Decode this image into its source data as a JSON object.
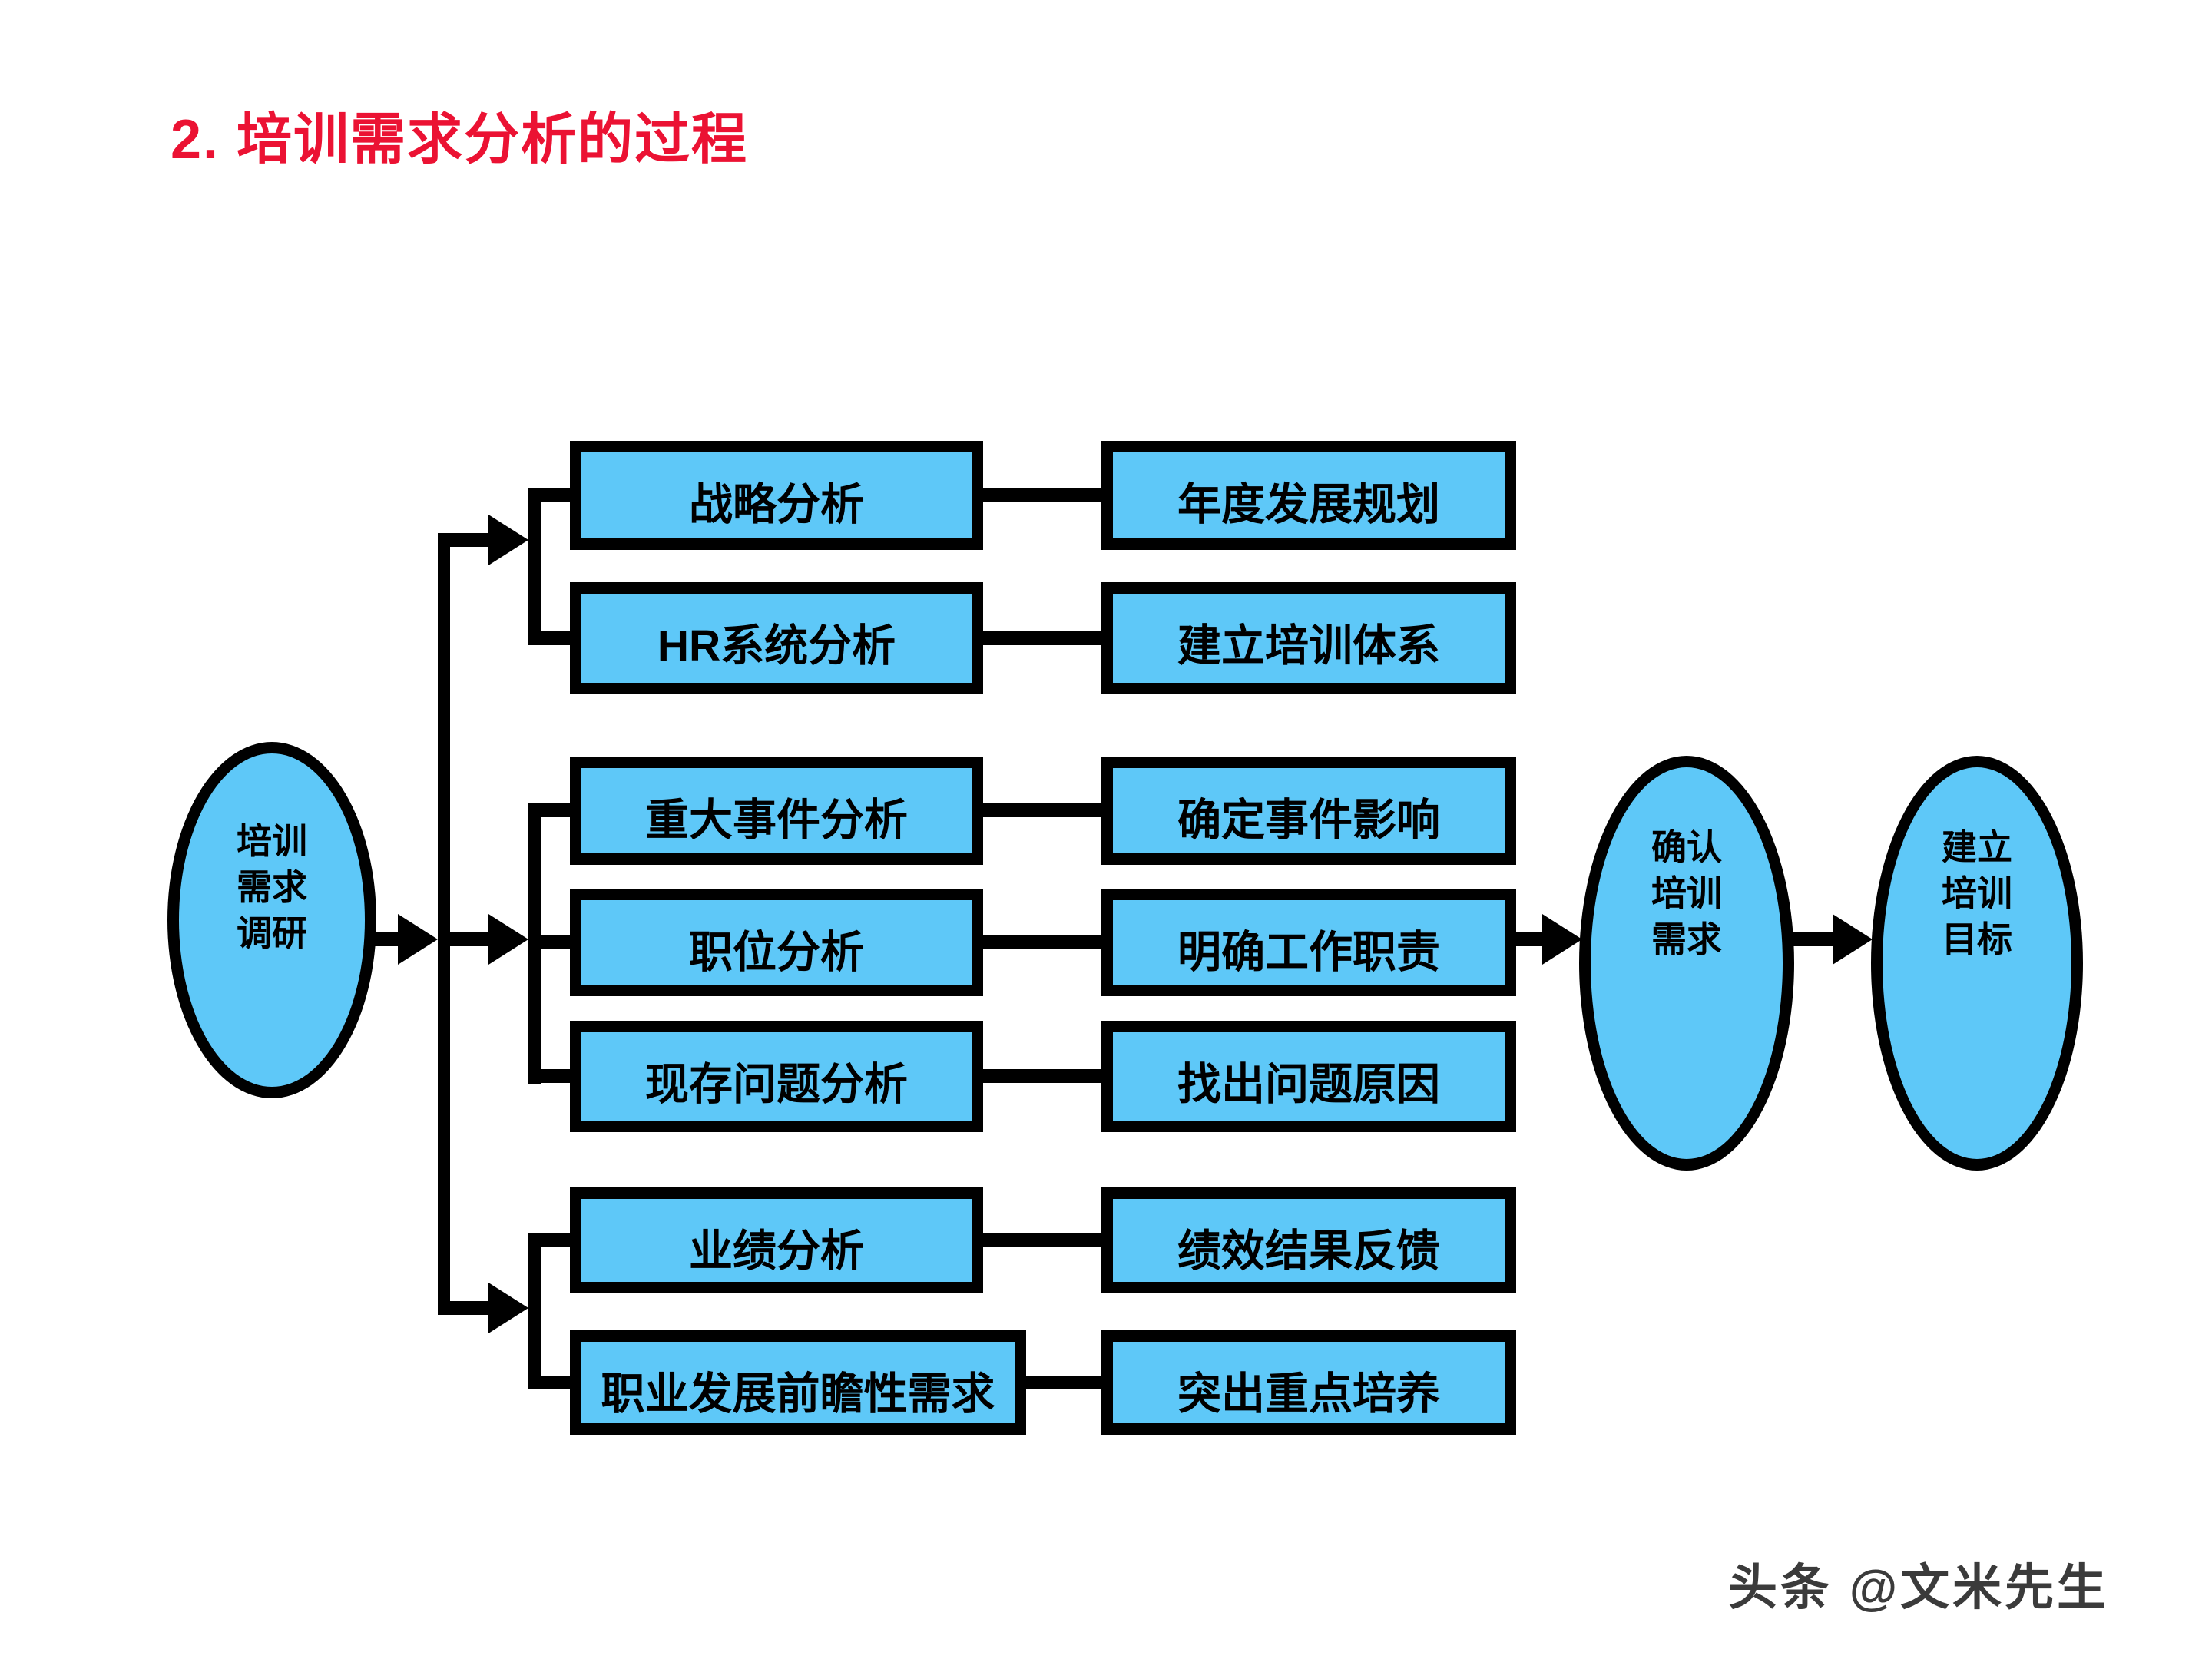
{
  "title": {
    "text": "2. 培训需求分析的过程"
  },
  "colors": {
    "accent_blue": "#5EC8F8",
    "title_red": "#EB1233",
    "line_black": "#000000",
    "watermark_gray": "#3B3B3B"
  },
  "nodes": {
    "source": {
      "label": "培训需求调研",
      "lines": [
        "培训",
        "需求",
        "调研"
      ]
    },
    "result": {
      "label": "确认培训需求",
      "lines": [
        "确认",
        "培训",
        "需求"
      ]
    },
    "goal": {
      "label": "建立培训目标",
      "lines": [
        "建立",
        "培训",
        "目标"
      ]
    }
  },
  "rows": [
    {
      "analysis": "战略分析",
      "outcome": "年度发展规划"
    },
    {
      "analysis": "HR系统分析",
      "outcome": "建立培训体系"
    },
    {
      "analysis": "重大事件分析",
      "outcome": "确定事件影响"
    },
    {
      "analysis": "职位分析",
      "outcome": "明确工作职责"
    },
    {
      "analysis": "现存问题分析",
      "outcome": "找出问题原因"
    },
    {
      "analysis": "业绩分析",
      "outcome": "绩效结果反馈"
    },
    {
      "analysis": "职业发展前瞻性需求",
      "outcome": "突出重点培养"
    }
  ],
  "watermark": {
    "text": "头条 @文米先生"
  }
}
